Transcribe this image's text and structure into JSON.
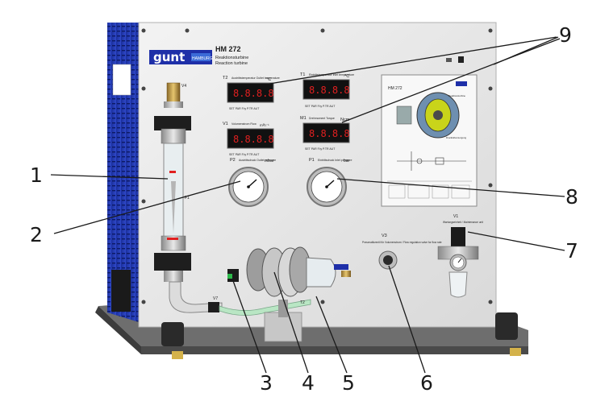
{
  "brand": {
    "logo_text": "gunt",
    "logo_subtext": "HAMBURG",
    "model": "HM 272",
    "title_de": "Reaktionsturbine",
    "title_en": "Reaction turbine"
  },
  "displays": [
    {
      "tag": "T2",
      "caption": "Austrittstemperatur Outlet temperature",
      "unit": "°C",
      "value": "8.8.8.8"
    },
    {
      "tag": "T1",
      "caption": "Eintrittstemperatur Inlet temperature",
      "unit": "°C",
      "value": "8.8.8.8"
    },
    {
      "tag": "V1",
      "caption": "Volumenstrom Flow",
      "unit": "m³h⁻¹",
      "value": "8.8.8.8"
    },
    {
      "tag": "M1",
      "caption": "Drehmoment Torque",
      "unit": "Ncm",
      "value": "8.8.8.8"
    }
  ],
  "display_buttons": "SET  PAR  F.ty  P.TR  AUT",
  "gauges": [
    {
      "tag": "P2",
      "caption": "Austrittsdruck Outlet pressure",
      "unit": "mbar"
    },
    {
      "tag": "P1",
      "caption": "Eintrittsdruck Inlet pressure",
      "unit": "bar"
    }
  ],
  "panel_tags": {
    "flowmeter": "F1",
    "valve": "V3",
    "valve_caption": "Pneumatikventil für Volumenstrom / Flow regulation valve for flow rate",
    "regulator": "V1",
    "regulator_caption": "Wartungseinheit / Maintenance unit",
    "top_left": "V4",
    "pipe": "V7",
    "bottom_mid": "T2"
  },
  "poster": {
    "title": "HM 272",
    "caption1": "Reaktionsturbine",
    "caption2": "Druckluftversorgung"
  },
  "callouts": [
    "1",
    "2",
    "3",
    "4",
    "5",
    "6",
    "7",
    "8",
    "9"
  ]
}
